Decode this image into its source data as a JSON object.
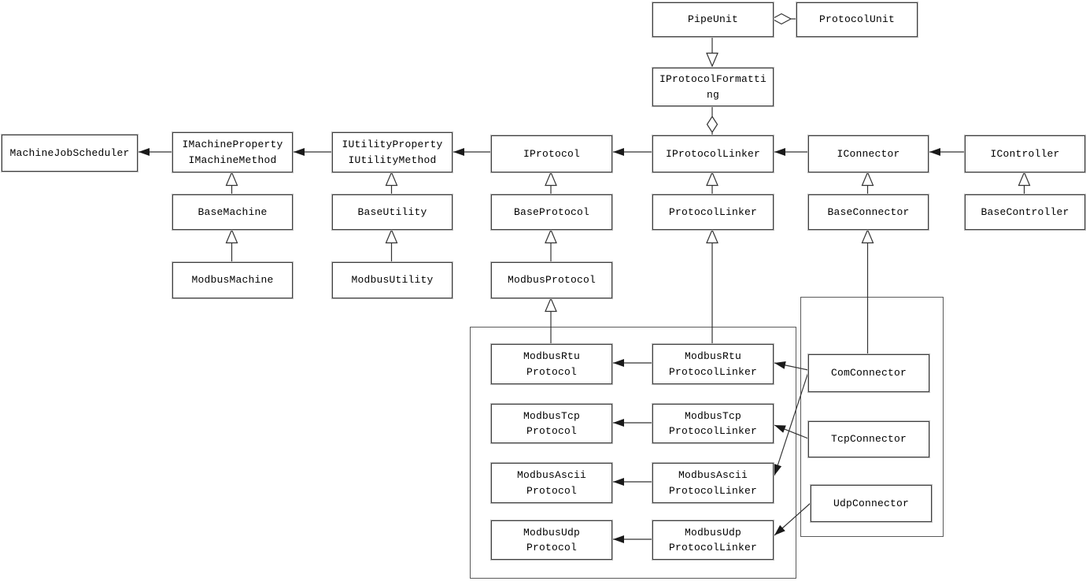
{
  "colors": {
    "background": "#ffffff",
    "line": "#333333",
    "box_border": "#3f3f3f",
    "text": "#000000"
  },
  "nodes": {
    "pipe_unit": "PipeUnit",
    "protocol_unit": "ProtocolUnit",
    "iprotocol_formatting": "IProtocolFormatti\nng",
    "machine_job_scheduler": "MachineJobScheduler",
    "imachine": "IMachineProperty\nIMachineMethod",
    "iutility": "IUtilityProperty\nIUtilityMethod",
    "iprotocol": "IProtocol",
    "iprotocol_linker": "IProtocolLinker",
    "iconnector": "IConnector",
    "icontroller": "IController",
    "base_machine": "BaseMachine",
    "base_utility": "BaseUtility",
    "base_protocol": "BaseProtocol",
    "protocol_linker": "ProtocolLinker",
    "base_connector": "BaseConnector",
    "base_controller": "BaseController",
    "modbus_machine": "ModbusMachine",
    "modbus_utility": "ModbusUtility",
    "modbus_protocol": "ModbusProtocol",
    "modbus_rtu_protocol": "ModbusRtu\nProtocol",
    "modbus_rtu_protocol_linker": "ModbusRtu\nProtocolLinker",
    "modbus_tcp_protocol": "ModbusTcp\nProtocol",
    "modbus_tcp_protocol_linker": "ModbusTcp\nProtocolLinker",
    "modbus_ascii_protocol": "ModbusAscii\nProtocol",
    "modbus_ascii_protocol_linker": "ModbusAscii\nProtocolLinker",
    "modbus_udp_protocol": "ModbusUdp\nProtocol",
    "modbus_udp_protocol_linker": "ModbusUdp\nProtocolLinker",
    "com_connector": "ComConnector",
    "tcp_connector": "TcpConnector",
    "udp_connector": "UdpConnector"
  },
  "relationships": [
    {
      "type": "aggregation",
      "diamond_at": "PipeUnit",
      "other": "ProtocolUnit"
    },
    {
      "type": "generalization-arrow",
      "from": "PipeUnit",
      "to": "IProtocolFormatting"
    },
    {
      "type": "aggregation",
      "diamond_at": "IProtocolFormatting",
      "other": "IProtocolLinker"
    },
    {
      "type": "association",
      "from": "IMachineProperty IMachineMethod",
      "to": "MachineJobScheduler"
    },
    {
      "type": "association",
      "from": "IUtilityProperty IUtilityMethod",
      "to": "IMachineProperty IMachineMethod"
    },
    {
      "type": "association",
      "from": "IProtocol",
      "to": "IUtilityProperty IUtilityMethod"
    },
    {
      "type": "association",
      "from": "IProtocolLinker",
      "to": "IProtocol"
    },
    {
      "type": "association",
      "from": "IConnector",
      "to": "IProtocolLinker"
    },
    {
      "type": "association",
      "from": "IController",
      "to": "IConnector"
    },
    {
      "type": "generalization",
      "child": "BaseMachine",
      "parent": "IMachineProperty IMachineMethod"
    },
    {
      "type": "generalization",
      "child": "ModbusMachine",
      "parent": "BaseMachine"
    },
    {
      "type": "generalization",
      "child": "BaseUtility",
      "parent": "IUtilityProperty IUtilityMethod"
    },
    {
      "type": "generalization",
      "child": "ModbusUtility",
      "parent": "BaseUtility"
    },
    {
      "type": "generalization",
      "child": "BaseProtocol",
      "parent": "IProtocol"
    },
    {
      "type": "generalization",
      "child": "ModbusProtocol",
      "parent": "BaseProtocol"
    },
    {
      "type": "generalization",
      "child": "ModbusRtuProtocol",
      "parent": "ModbusProtocol"
    },
    {
      "type": "generalization",
      "child": "ProtocolLinker",
      "parent": "IProtocolLinker"
    },
    {
      "type": "generalization",
      "child": "ModbusRtuProtocolLinker",
      "parent": "ProtocolLinker"
    },
    {
      "type": "generalization",
      "child": "BaseConnector",
      "parent": "IConnector"
    },
    {
      "type": "generalization",
      "child": "ComConnector",
      "parent": "BaseConnector"
    },
    {
      "type": "generalization",
      "child": "BaseController",
      "parent": "IController"
    },
    {
      "type": "association",
      "from": "ModbusRtuProtocolLinker",
      "to": "ModbusRtuProtocol"
    },
    {
      "type": "association",
      "from": "ModbusTcpProtocolLinker",
      "to": "ModbusTcpProtocol"
    },
    {
      "type": "association",
      "from": "ModbusAsciiProtocolLinker",
      "to": "ModbusAsciiProtocol"
    },
    {
      "type": "association",
      "from": "ModbusUdpProtocolLinker",
      "to": "ModbusUdpProtocol"
    },
    {
      "type": "association",
      "from": "ComConnector",
      "to": "ModbusRtuProtocolLinker"
    },
    {
      "type": "association",
      "from": "ComConnector",
      "to": "ModbusAsciiProtocolLinker"
    },
    {
      "type": "association",
      "from": "TcpConnector",
      "to": "ModbusTcpProtocolLinker"
    },
    {
      "type": "association",
      "from": "UdpConnector",
      "to": "ModbusUdpProtocolLinker"
    }
  ]
}
